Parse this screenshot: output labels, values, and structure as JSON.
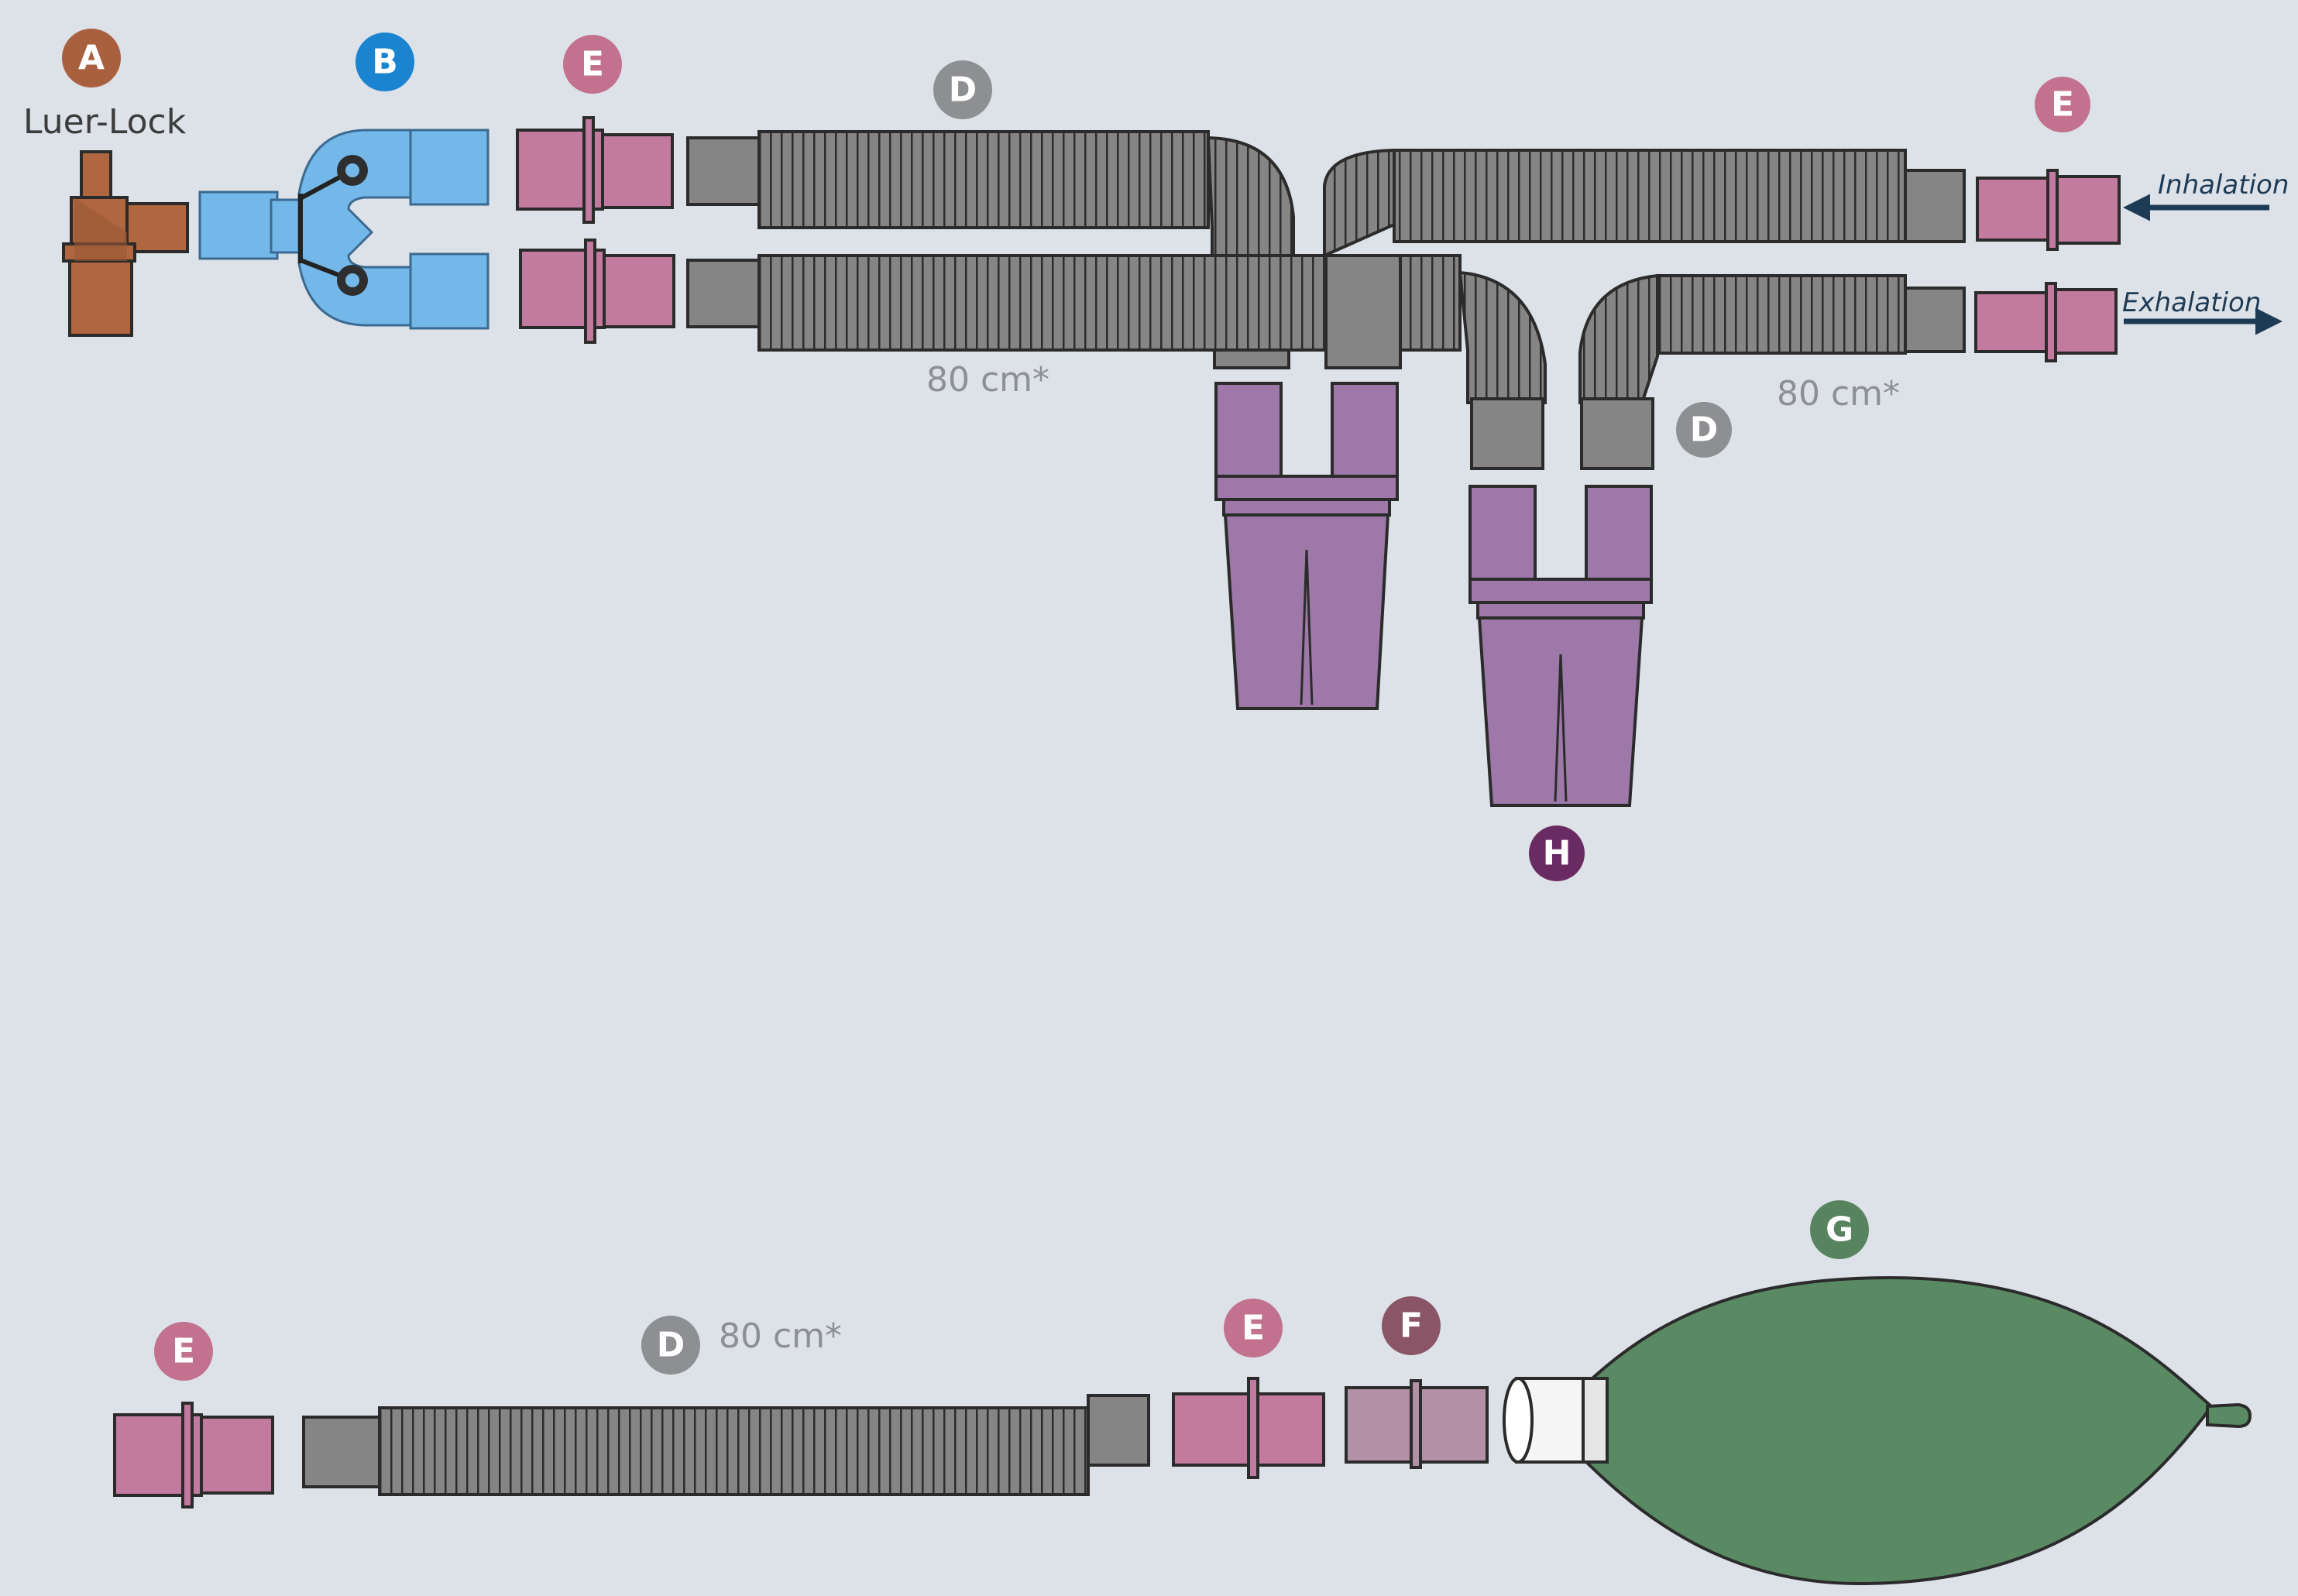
{
  "components": {
    "A": {
      "letter": "A",
      "color": "#a9603f",
      "label": "Luer-Lock"
    },
    "B": {
      "letter": "B",
      "color": "#1a84d0"
    },
    "D": {
      "letter": "D",
      "color": "#8d8f92"
    },
    "E": {
      "letter": "E",
      "color": "#c2728f"
    },
    "F": {
      "letter": "F",
      "color": "#8a5667"
    },
    "G": {
      "letter": "G",
      "color": "#57845f"
    },
    "H": {
      "letter": "H",
      "color": "#6a2b63"
    }
  },
  "tube_length_label": "80 cm*",
  "flow": {
    "inhalation": "Inhalation",
    "exhalation": "Exhalation"
  },
  "colors": {
    "background": "#dde1e8",
    "luer_lock": "#b0673f",
    "y_piece": "#74b8ea",
    "connector_E": "#c27b9e",
    "connector_F": "#b291a7",
    "hose": "#858585",
    "water_trap": "#9d78a8",
    "bag": "#5a8a64",
    "arrow": "#1d3b55"
  }
}
